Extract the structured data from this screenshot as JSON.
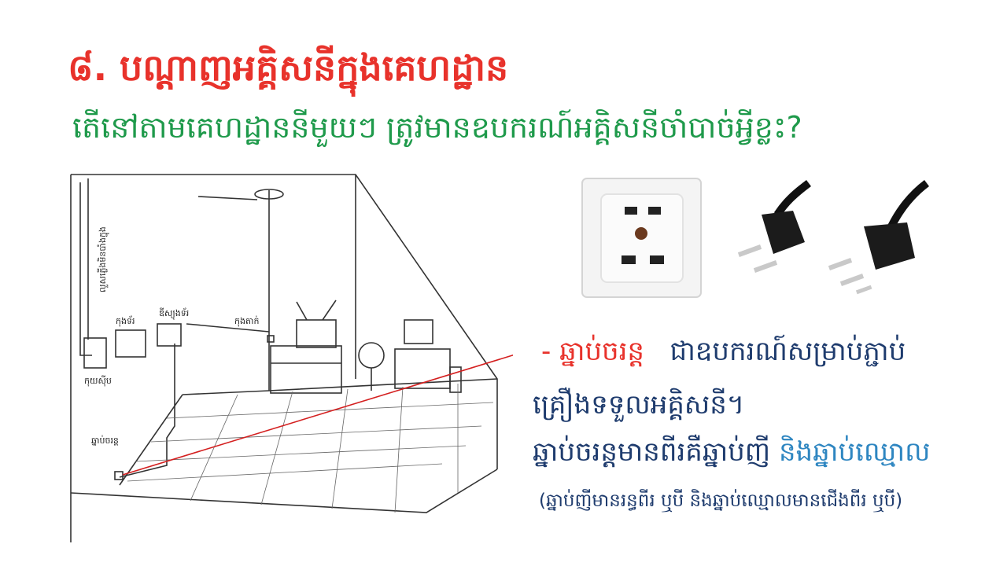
{
  "title": "៨. បណ្ដាញអគ្គិសនីក្នុងគេហដ្ឋាន",
  "subtitle": "តើនៅតាមគេហដ្ឋាននីមួយៗ ត្រូវមានឧបករណ៍អគ្គិសនីចាំបាច់អ្វីខ្លះ?",
  "diagram": {
    "labels": {
      "wall_wire": "លួសភ្លើងមិនបាំងក្នុង",
      "meter": "កុងទ័រ",
      "switch_box": "ឌីស្យុងទ័រ",
      "fuse_box": "កុយស៊ីប",
      "light_switch": "កុងតាក់",
      "outlet": "ឆ្នាប់ចរន្ត"
    }
  },
  "body": {
    "line1_dash": "- ",
    "line1_term": "ឆ្នាប់ចរន្ត",
    "line1_rest": "ជាឧបករណ៍សម្រាប់ភ្ជាប់",
    "line2": "គ្រឿងទទួលអគ្គិសនី។",
    "line3_start": "ឆ្នាប់ចរន្តមានពីរគឺឆ្នាប់ញី ",
    "line3_end": "និងឆ្នាប់ឈ្មោល",
    "line4": "(ឆ្នាប់ញីមានរន្ធពីរ ឬបី និងឆ្នាប់ឈ្មោលមានជើងពីរ ឬបី)"
  },
  "colors": {
    "title": "#e8322b",
    "subtitle": "#1f9a4b",
    "body": "#1f3c6e",
    "accent_red": "#e8322b",
    "accent_blue": "#2e86c1",
    "pointer": "#d42020"
  }
}
